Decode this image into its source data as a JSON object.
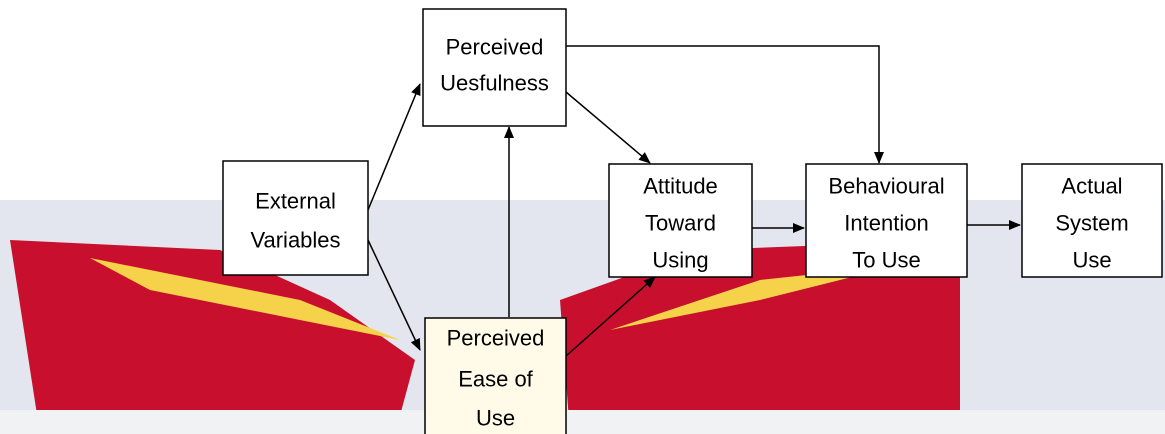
{
  "colors": {
    "background": "#ffffff",
    "watermark_band": "#e3e6ee",
    "watermark_red": "#c8102e",
    "watermark_gold": "#f6d24a",
    "box_fill": "#ffffff",
    "box_stroke": "#000000"
  },
  "nodes": {
    "perceived_usefulness": [
      "Perceived",
      "Uesfulness"
    ],
    "external_variables": [
      "External",
      "Variables"
    ],
    "attitude": [
      "Attitude",
      "Toward",
      "Using"
    ],
    "intention": [
      "Behavioural",
      "Intention",
      "To Use"
    ],
    "actual_use": [
      "Actual",
      "System",
      "Use"
    ],
    "perceived_ease": [
      "Perceived",
      "Ease of",
      "Use"
    ]
  },
  "edges": [
    [
      "external_variables",
      "perceived_usefulness"
    ],
    [
      "external_variables",
      "perceived_ease"
    ],
    [
      "perceived_ease",
      "perceived_usefulness"
    ],
    [
      "perceived_usefulness",
      "attitude"
    ],
    [
      "perceived_ease",
      "attitude"
    ],
    [
      "perceived_usefulness",
      "intention"
    ],
    [
      "attitude",
      "intention"
    ],
    [
      "intention",
      "actual_use"
    ]
  ]
}
